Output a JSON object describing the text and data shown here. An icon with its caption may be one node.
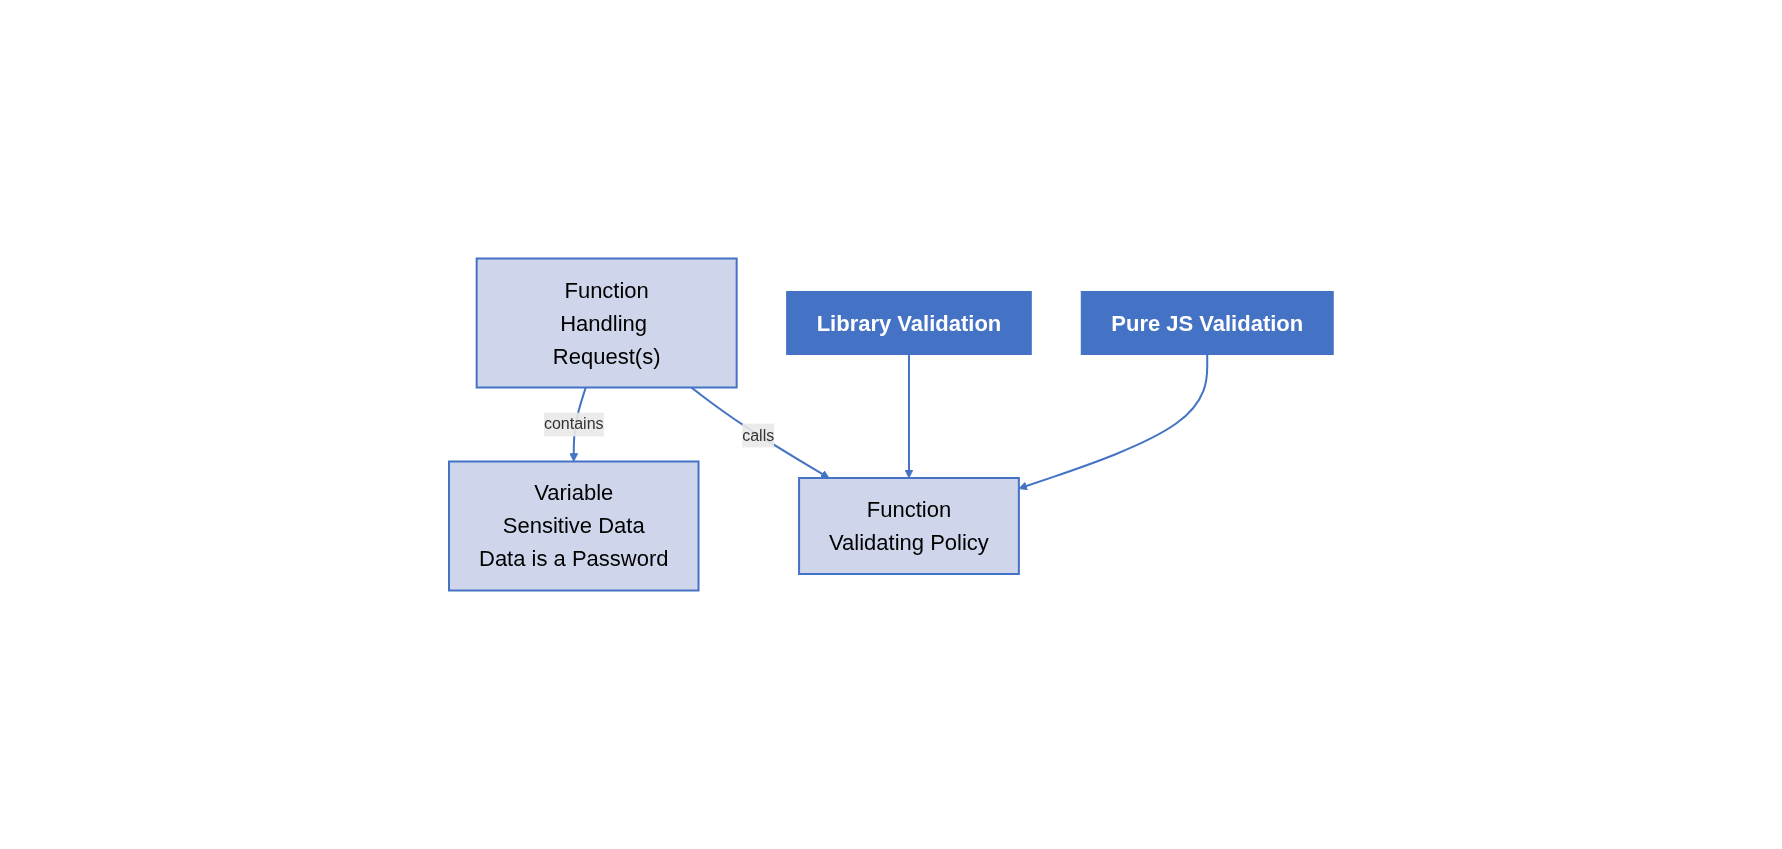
{
  "diagram": {
    "nodes": [
      {
        "text": [
          "Function",
          "Handling Request(s)"
        ]
      },
      {
        "text": [
          "Variable",
          "Sensitive Data",
          "Data is a Password"
        ]
      },
      {
        "text": [
          "Function",
          "Validating Policy"
        ]
      },
      {
        "text": [
          "Library Validation"
        ]
      },
      {
        "text": [
          "Pure JS Validation"
        ]
      }
    ],
    "edges": [
      {
        "from": 0,
        "to": 1,
        "label": "contains",
        "arrow": "to"
      },
      {
        "from": 0,
        "to": 2,
        "label": "calls",
        "arrow": "to"
      },
      {
        "from": 3,
        "to": 2,
        "arrow": "to"
      },
      {
        "from": 4,
        "to": 2,
        "arrow": "to"
      }
    ]
  }
}
